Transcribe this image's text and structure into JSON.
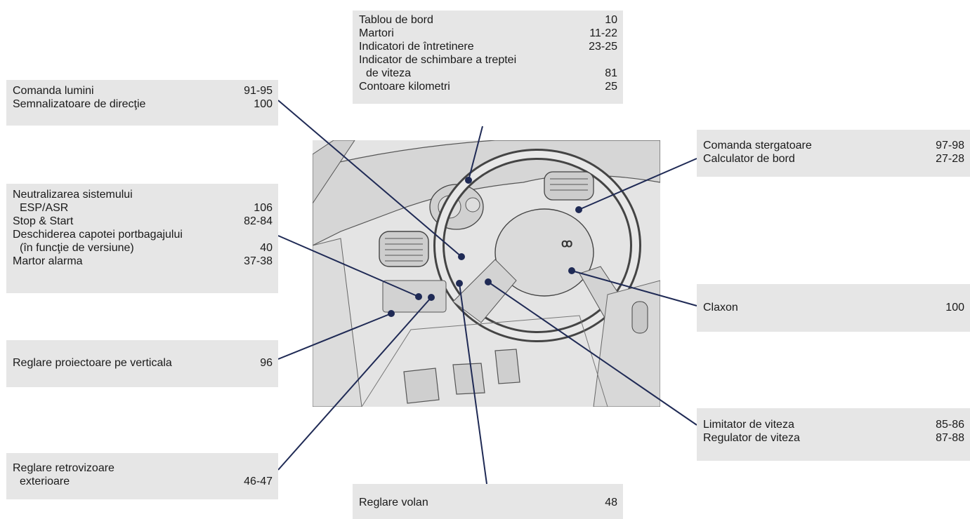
{
  "callouts": {
    "dashboard": {
      "rows": [
        {
          "label": "Tablou de bord",
          "page": "10"
        },
        {
          "label": "Martori",
          "page": "11-22"
        },
        {
          "label": "Indicatori de întretinere",
          "page": "23-25"
        },
        {
          "label": "Indicator de schimbare a treptei",
          "page": ""
        },
        {
          "label": "de viteza",
          "page": "81"
        },
        {
          "label": "Contoare kilometri",
          "page": "25"
        }
      ]
    },
    "lights": {
      "rows": [
        {
          "label": "Comanda lumini",
          "page": "91-95"
        },
        {
          "label": "Semnalizatoare de direcţie",
          "page": "100"
        }
      ]
    },
    "switches": {
      "rows": [
        {
          "label": "Neutralizarea sistemului",
          "page": ""
        },
        {
          "label": "ESP/ASR",
          "page": "106"
        },
        {
          "label": "Stop & Start",
          "page": "82-84"
        },
        {
          "label": "Deschiderea capotei portbagajului",
          "page": ""
        },
        {
          "label": "(în funcţie de versiune)",
          "page": "40"
        },
        {
          "label": "Martor alarma",
          "page": "37-38"
        }
      ]
    },
    "headlamp": {
      "rows": [
        {
          "label": "Reglare proiectoare pe verticala",
          "page": "96"
        }
      ]
    },
    "mirrors": {
      "rows": [
        {
          "label": "Reglare retrovizoare",
          "page": ""
        },
        {
          "label": "exterioare",
          "page": "46-47"
        }
      ]
    },
    "steering": {
      "rows": [
        {
          "label": "Reglare volan",
          "page": "48"
        }
      ]
    },
    "wipers": {
      "rows": [
        {
          "label": "Comanda stergatoare",
          "page": "97-98"
        },
        {
          "label": "Calculator de bord",
          "page": "27-28"
        }
      ]
    },
    "horn": {
      "rows": [
        {
          "label": "Claxon",
          "page": "100"
        }
      ]
    },
    "speed": {
      "rows": [
        {
          "label": "Limitator de viteza",
          "page": "85-86"
        },
        {
          "label": "Regulator de viteza",
          "page": "87-88"
        }
      ]
    }
  },
  "colors": {
    "box_bg": "#e6e6e6",
    "leader_line": "#1f2a55",
    "illustration_bg": "#e4e4e4"
  }
}
